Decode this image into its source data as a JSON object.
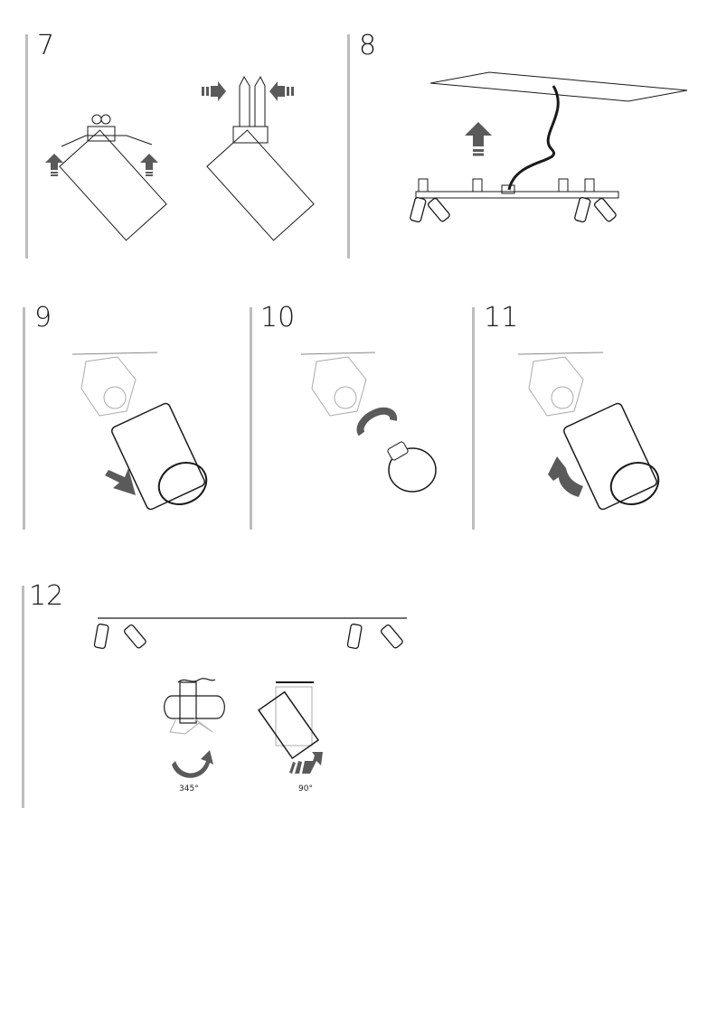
{
  "steps": [
    {
      "number": "7"
    },
    {
      "number": "8"
    },
    {
      "number": "9"
    },
    {
      "number": "10"
    },
    {
      "number": "11"
    },
    {
      "number": "12"
    }
  ],
  "step12": {
    "rotation_horizontal": "345°",
    "rotation_vertical": "90°"
  },
  "colors": {
    "divider": "#bdbdbd",
    "arrow": "#5a5a5a",
    "line": "#1a1a1a",
    "ghost": "#b8b8b8"
  }
}
